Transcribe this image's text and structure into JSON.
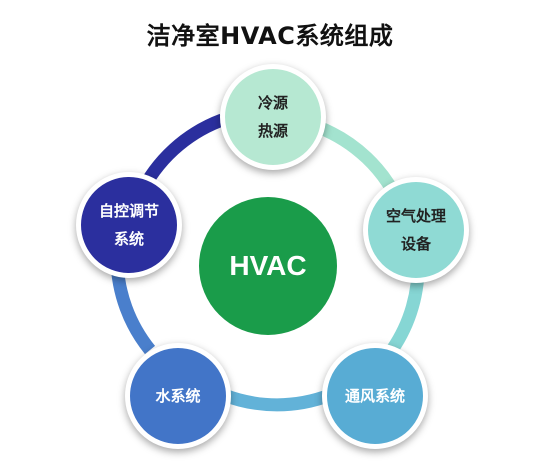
{
  "title": "洁净室HVAC系统组成",
  "center": {
    "label": "HVAC",
    "color": "#1a9c4a"
  },
  "nodes": [
    {
      "lines": [
        "冷源",
        "热源"
      ],
      "color": "#b6e8d2"
    },
    {
      "lines": [
        "空气处理",
        "设备"
      ],
      "color": "#8fdad4"
    },
    {
      "lines": [
        "通风系统"
      ],
      "color": "#58acd4"
    },
    {
      "lines": [
        "水系统"
      ],
      "color": "#4275c8"
    },
    {
      "lines": [
        "自控调节",
        "系统"
      ],
      "color": "#2b2f9e"
    }
  ],
  "ring_colors": [
    "#9be3c9",
    "#2a2f9a"
  ]
}
